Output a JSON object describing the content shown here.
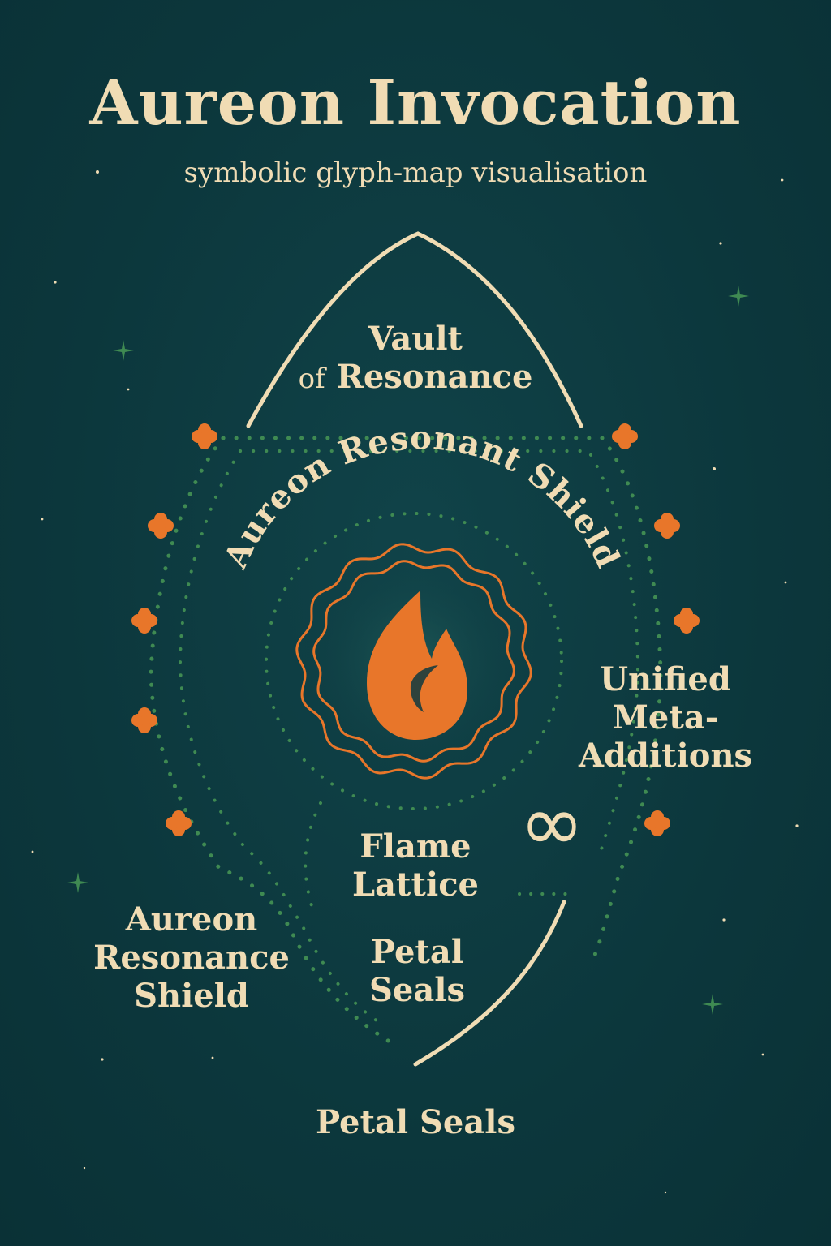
{
  "header": {
    "title": "Aureon Invocation",
    "subtitle": "symbolic glyph-map visualisation"
  },
  "diagram": {
    "vault": {
      "line1": "Vault",
      "line2_small": "of",
      "line2": "Resonance"
    },
    "shield_arc": "Aureon Resonant Shield",
    "meta": {
      "line1": "Unified",
      "line2": "Meta-",
      "line3": "Additions"
    },
    "infinity": "∞",
    "flame_lattice": {
      "line1": "Flame",
      "line2": "Lattice"
    },
    "petal_seals_inner": {
      "line1": "Petal",
      "line2": "Seals"
    },
    "resonance_shield": {
      "line1": "Aureon",
      "line2": "Resonance",
      "line3": "Shield"
    },
    "petal_seals_bottom": "Petal Seals"
  },
  "colors": {
    "background": "#0d3a3f",
    "cream": "#f0dcb4",
    "orange": "#e8762a",
    "dots_green": "#3f8a52"
  },
  "icons": {
    "center": "flame-icon",
    "petal": "quatrefoil-petal-icon",
    "star": "sparkle-star-icon"
  }
}
